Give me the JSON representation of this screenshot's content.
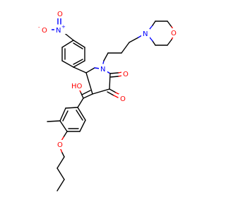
{
  "labels": {
    "nitro_o_left": "O",
    "nitro_o_charge": "-",
    "nitro_n": "N",
    "nitro_n_charge": "+",
    "nitro_o_right": "O",
    "hydroxyl": "HO",
    "ring_n": "N",
    "keto_o_upper": "O",
    "keto_o_lower": "O",
    "morpholine_n": "N",
    "morpholine_o": "O",
    "ether_o": "O"
  },
  "colors": {
    "bond": "#000000",
    "oxygen": "#ff0000",
    "nitrogen": "#0000ff",
    "background": "#ffffff"
  }
}
